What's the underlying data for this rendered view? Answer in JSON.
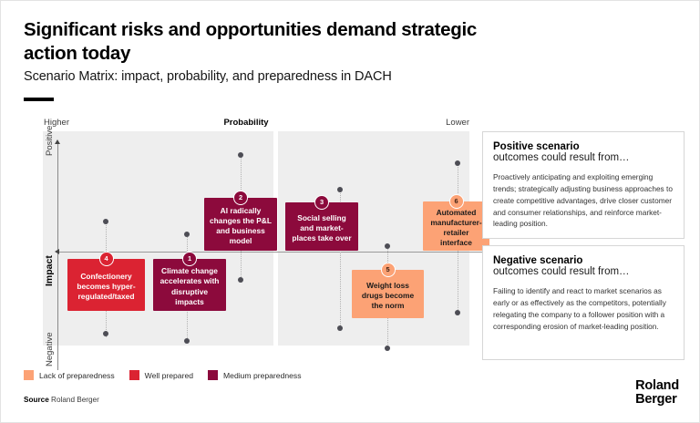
{
  "header": {
    "title": "Significant risks and opportunities demand strategic action today",
    "subtitle": "Scenario Matrix: impact, probability, and preparedness in DACH"
  },
  "chart_axes": {
    "x_title": "Probability",
    "x_left_label": "Higher",
    "x_right_label": "Lower",
    "y_title": "Impact",
    "y_top_label": "Positive",
    "y_bottom_label": "Negative"
  },
  "chart_data": {
    "type": "scatter",
    "title": "Scenario Matrix: impact, probability, and preparedness in DACH",
    "xlabel": "Probability",
    "ylabel": "Impact",
    "xlim": [
      "Higher",
      "Lower"
    ],
    "ylim": [
      "Negative",
      "Positive"
    ],
    "grid": false,
    "legend_position": "bottom-left",
    "categories": [
      "Lack of preparedness",
      "Well prepared",
      "Medium preparedness"
    ],
    "points": [
      {
        "id": "4",
        "label": "Confectionery becomes hyper-regulated/taxed",
        "preparedness": "Well prepared",
        "probability": "Higher",
        "impact": "Negative"
      },
      {
        "id": "1",
        "label": "Climate change accelerates with disruptive impacts",
        "preparedness": "Medium preparedness",
        "probability": "Higher",
        "impact": "Negative"
      },
      {
        "id": "2",
        "label": "AI radically changes the P&L and business model",
        "preparedness": "Medium preparedness",
        "probability": "Higher",
        "impact": "Positive"
      },
      {
        "id": "3",
        "label": "Social selling and market-places take over",
        "preparedness": "Medium preparedness",
        "probability": "Lower",
        "impact": "Positive"
      },
      {
        "id": "5",
        "label": "Weight loss drugs become the norm",
        "preparedness": "Lack of preparedness",
        "probability": "Lower",
        "impact": "Negative"
      },
      {
        "id": "6",
        "label": "Automated manufacturer-retailer interface",
        "preparedness": "Lack of preparedness",
        "probability": "Lower",
        "impact": "Positive"
      }
    ]
  },
  "boxes": [
    {
      "id": "4",
      "text": "Confectionery becomes hyper-regulated/taxed",
      "style": "well"
    },
    {
      "id": "1",
      "text": "Climate change accelerates with disruptive impacts",
      "style": "medium"
    },
    {
      "id": "2",
      "text": "AI radically changes the P&L and business model",
      "style": "medium"
    },
    {
      "id": "3",
      "text": "Social selling and market-places take over",
      "style": "medium"
    },
    {
      "id": "5",
      "text": "Weight loss drugs become the norm",
      "style": "lack"
    },
    {
      "id": "6",
      "text": "Automated manufacturer-retailer interface",
      "style": "lack"
    }
  ],
  "panels": {
    "positive": {
      "heading": "Positive scenario",
      "subheading": "outcomes could result from…",
      "body": "Proactively anticipating and exploiting emerging trends; strategically adjusting business approaches to create competitive advantages, drive closer customer and consumer relationships, and reinforce market-leading position."
    },
    "negative": {
      "heading": "Negative scenario",
      "subheading": "outcomes could result from…",
      "body": "Failing to identify and react to market scenarios as early or as effectively as the competitors, potentially relegating the company to a follower position with a corresponding erosion of market-leading position."
    }
  },
  "legend": [
    {
      "label": "Lack of preparedness",
      "color": "#FCA275"
    },
    {
      "label": "Well prepared",
      "color": "#DB2332"
    },
    {
      "label": "Medium preparedness",
      "color": "#8C0A3C"
    }
  ],
  "footer": {
    "source_label": "Source",
    "source_value": "Roland Berger",
    "logo_line1": "Roland",
    "logo_line2": "Berger"
  }
}
